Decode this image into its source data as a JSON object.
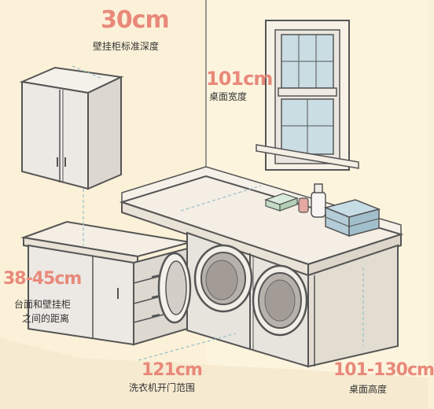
{
  "annotations": {
    "cabinet_depth": {
      "value": "30cm",
      "caption": "壁挂柜标准深度"
    },
    "counter_width": {
      "value": "101cm",
      "caption": "桌面宽度"
    },
    "gap": {
      "value": "38-45cm",
      "caption_line1": "台面和壁挂柜",
      "caption_line2": "之间的距离"
    },
    "door_range": {
      "value": "121cm",
      "caption": "洗衣机开门范围"
    },
    "counter_height": {
      "value": "101-130cm",
      "caption": "桌面高度"
    }
  },
  "colors": {
    "wall": "#fbf1d8",
    "floor": "#f6ead0",
    "outline": "#555555",
    "counter": "#f4eee4",
    "cabinet": "#ece8e4",
    "window_glass": "#c9dde3",
    "dimension_text": "#e8897a",
    "dimension_line": "#9ec3c9"
  }
}
